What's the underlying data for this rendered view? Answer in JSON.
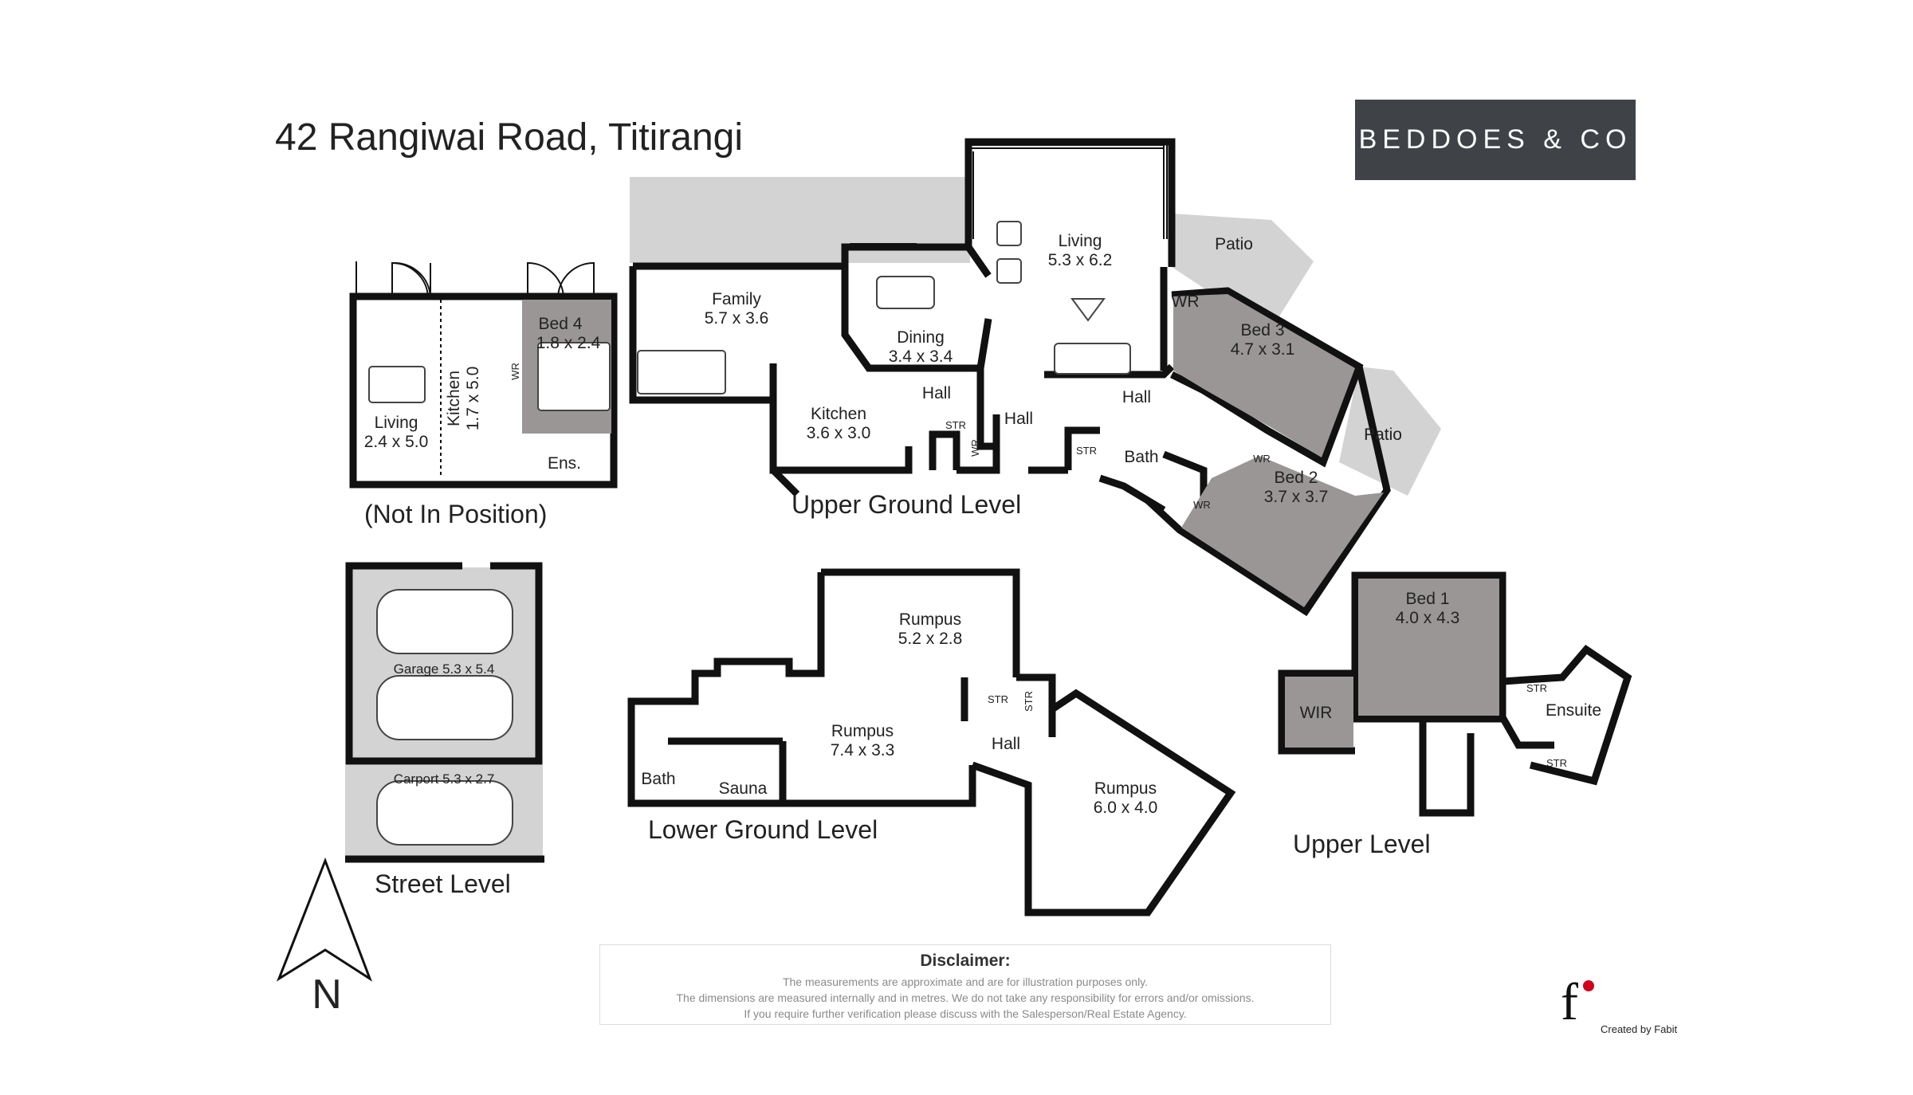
{
  "header": {
    "address": "42 Rangiwai Road, Titirangi",
    "brand": "BEDDOES & CO"
  },
  "levels": {
    "upper_ground": "Upper Ground Level",
    "lower_ground": "Lower Ground Level",
    "upper": "Upper Level",
    "street": "Street Level",
    "annex_note": "(Not In Position)"
  },
  "rooms": {
    "family": {
      "name": "Family",
      "dim": "5.7 x 3.6"
    },
    "living_main": {
      "name": "Living",
      "dim": "5.3 x 6.2"
    },
    "dining": {
      "name": "Dining",
      "dim": "3.4 x 3.4"
    },
    "kitchen_main": {
      "name": "Kitchen",
      "dim": "3.6 x 3.0"
    },
    "bed3": {
      "name": "Bed 3",
      "dim": "4.7 x 3.1"
    },
    "bed2": {
      "name": "Bed 2",
      "dim": "3.7 x 3.7"
    },
    "bed4": {
      "name": "Bed 4",
      "dim": "1.8 x 2.4"
    },
    "living_annex": {
      "name": "Living",
      "dim": "2.4 x 5.0"
    },
    "kitchen_annex": {
      "name": "Kitchen",
      "dim": "1.7 x 5.0"
    },
    "rumpus1": {
      "name": "Rumpus",
      "dim": "5.2 x 2.8"
    },
    "rumpus2": {
      "name": "Rumpus",
      "dim": "7.4 x 3.3"
    },
    "rumpus3": {
      "name": "Rumpus",
      "dim": "6.0 x 4.0"
    },
    "bed1": {
      "name": "Bed 1",
      "dim": "4.0 x 4.3"
    },
    "garage": "Garage 5.3 x 5.4",
    "carport": "Carport 5.3 x 2.7"
  },
  "small_labels": {
    "patio": "Patio",
    "wr": "WR",
    "hall": "Hall",
    "str": "STR",
    "bath": "Bath",
    "ens": "Ens.",
    "sauna": "Sauna",
    "wir": "WIR",
    "ensuite": "Ensuite"
  },
  "compass": {
    "north": "N"
  },
  "disclaimer": {
    "title": "Disclaimer:",
    "lines": [
      "The measurements are approximate and are for illustration purposes only.",
      "The dimensions are measured internally and in metres. We do not take any responsibility for errors and/or omissions.",
      "If you require further verification please discuss with the Salesperson/Real Estate Agency."
    ]
  },
  "credit": {
    "logo_letter": "f",
    "text": "Created by Fabit"
  },
  "colors": {
    "wall": "#111111",
    "room_gray": "#9a9696",
    "deck_gray": "#d3d3d3",
    "brand_bg": "#3f4348",
    "logo_dot": "#d0021b"
  }
}
